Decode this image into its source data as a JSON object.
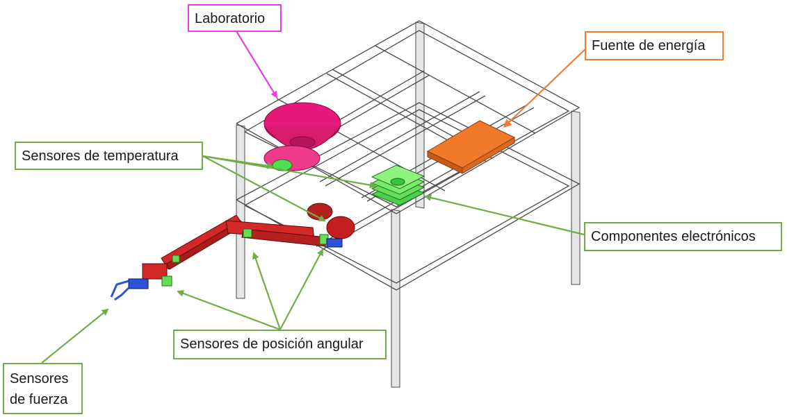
{
  "labels": {
    "laboratorio": "Laboratorio",
    "fuente": "Fuente de energía",
    "temperatura": "Sensores de temperatura",
    "componentes": "Componentes electrónicos",
    "posicion": "Sensores de posición angular",
    "fuerza_line1": "Sensores",
    "fuerza_line2": "de fuerza"
  },
  "colors": {
    "laboratorio_border": "#e83ce0",
    "fuente_border": "#ed7d31",
    "sensor_border": "#70ad47",
    "lab_body": "#e6197a",
    "power_supply": "#f07a2a",
    "electronics": "#66dd55",
    "arm": "#d42828",
    "gripper": "#2f52d8",
    "frame": "#d8dadc"
  }
}
